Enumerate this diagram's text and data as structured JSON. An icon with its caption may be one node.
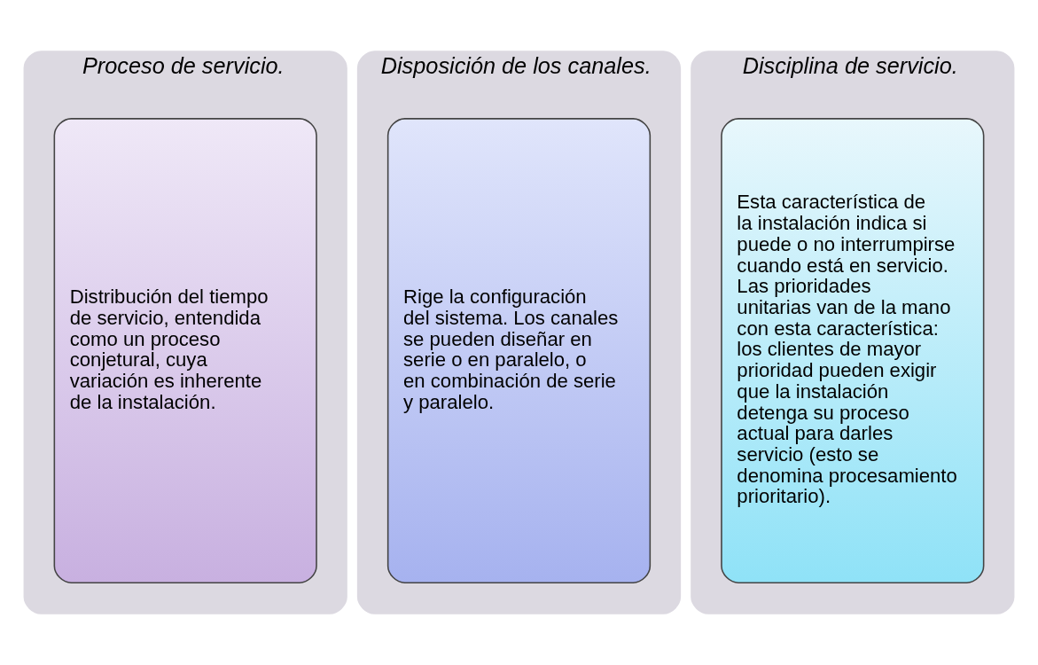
{
  "diagram": {
    "nodes": [
      {
        "text": [
          "Proceso de servicio."
        ]
      },
      {
        "text": [
          "Distribución del tiempo de servicio, entendida como un proceso conjetural, cuya variación es inherente de la instalación."
        ],
        "in": 0
      },
      {
        "text": [
          "Disposición de los canales."
        ]
      },
      {
        "text": [
          "Rige la configuración del sistema. Los canales se pueden diseñar en serie o en paralelo, o en combinación de serie y paralelo."
        ],
        "in": 2
      },
      {
        "text": [
          "Disciplina de servicio."
        ]
      },
      {
        "text": [
          "Esta característica de la instalación indica si puede o no interrumpirse cuando está en servicio. Las prioridades unitarias van de la mano con esta característica: los clientes de mayor prioridad pueden exigir que la instalación detenga su proceso actual para darles servicio (esto se denomina procesamiento prioritario)."
        ],
        "in": 4
      }
    ],
    "edges": []
  }
}
